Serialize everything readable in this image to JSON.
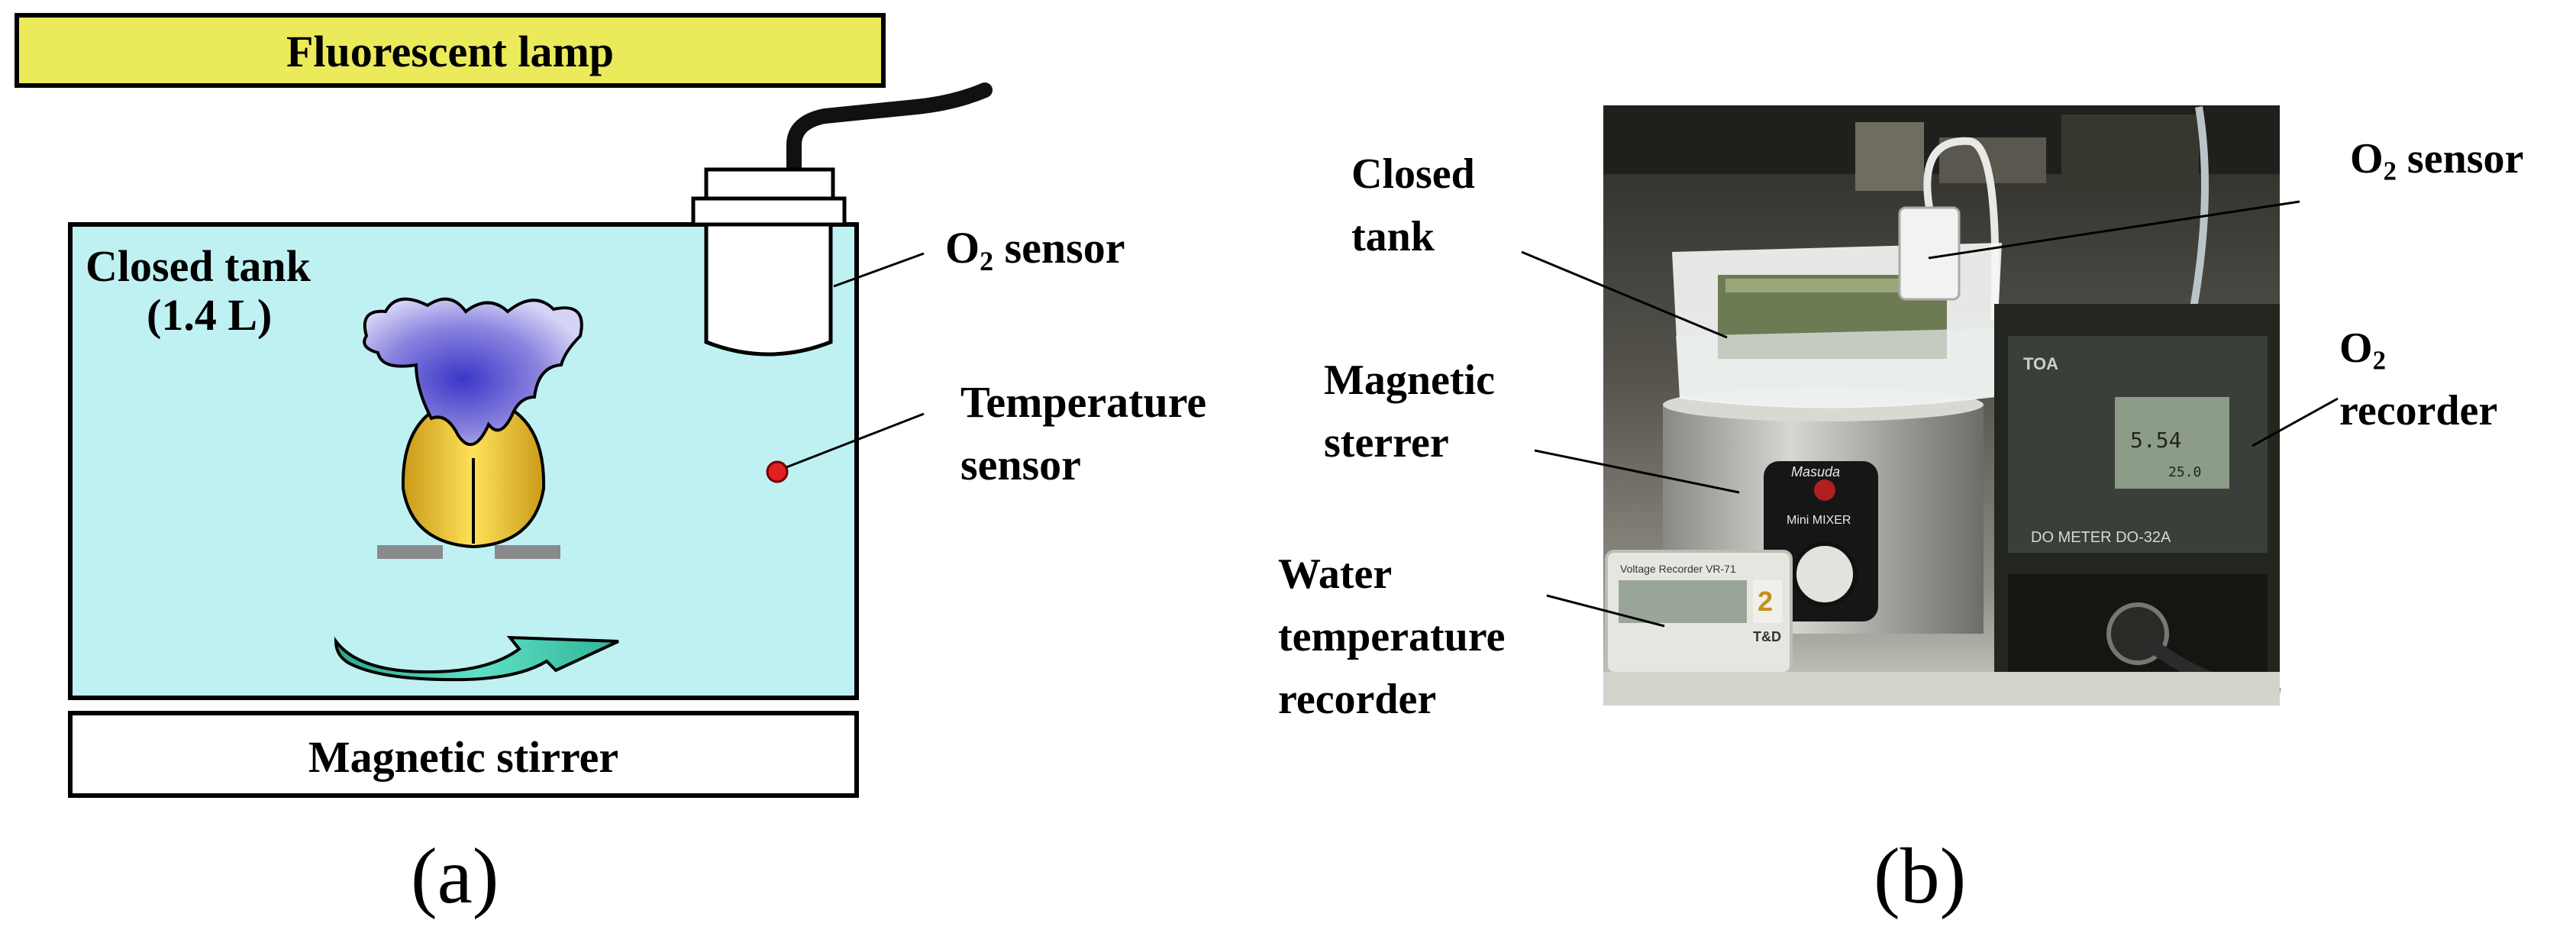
{
  "panel_a": {
    "lamp_label": "Fluorescent lamp",
    "tank_label_line1": "Closed tank",
    "tank_label_line2": "(1.4 L)",
    "o2_sensor": {
      "main": "O",
      "sub": "2",
      "rest": " sensor"
    },
    "temp_sensor_line1": "Temperature",
    "temp_sensor_line2": "sensor",
    "stirrer_label": "Magnetic stirrer",
    "caption": "(a)",
    "colors": {
      "lamp": "#eaea5a",
      "water": "#bff1f3",
      "coral": "#7a73d6",
      "shell": "#e8c22a",
      "arrow": "#2fc5a8",
      "dot": "#e01f1f"
    }
  },
  "panel_b": {
    "closed_tank_line1": "Closed",
    "closed_tank_line2": "tank",
    "magnetic_line1": "Magnetic",
    "magnetic_line2": "sterrer",
    "water_line1": "Water",
    "water_line2": "temperature",
    "water_line3": "recorder",
    "o2_sensor": {
      "main": "O",
      "sub": "2",
      "rest": " sensor"
    },
    "o2_recorder": {
      "main": "O",
      "sub": "2",
      "line2": "recorder"
    },
    "photo_text": {
      "meter_brand": "TOA",
      "meter_reading": "5.54",
      "meter_temp": "25.0",
      "meter_model": "DO METER DO-32A",
      "mixer_brand": "Masuda",
      "mixer_name": "Mini MIXER",
      "logger_title": "Voltage Recorder VR-71",
      "logger_channel": "2",
      "logger_brand": "T&D"
    },
    "caption": "(b)"
  }
}
